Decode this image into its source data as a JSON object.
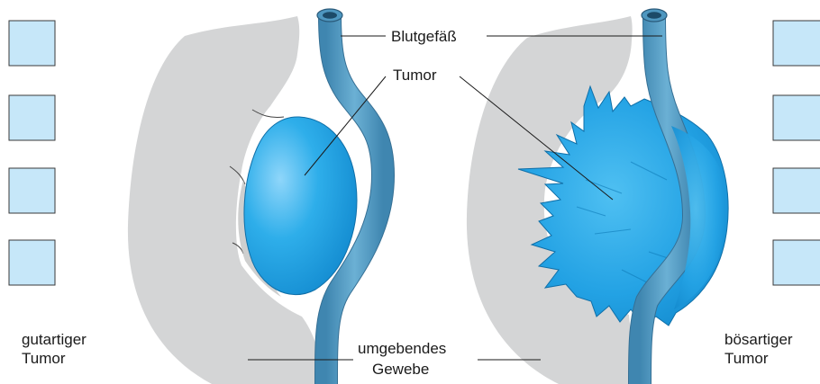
{
  "labels": {
    "vessel": "Blutgefäß",
    "tumor": "Tumor",
    "benign_line1": "gutartiger",
    "benign_line2": "Tumor",
    "malignant_line1": "bösartiger",
    "malignant_line2": "Tumor",
    "tissue_line1": "umgebendes",
    "tissue_line2": "Gewebe"
  },
  "colors": {
    "tumor": "#29a9e8",
    "vessel": "#4e97c0",
    "tissue": "#d4d5d6",
    "marker": "#c6e7f9"
  }
}
